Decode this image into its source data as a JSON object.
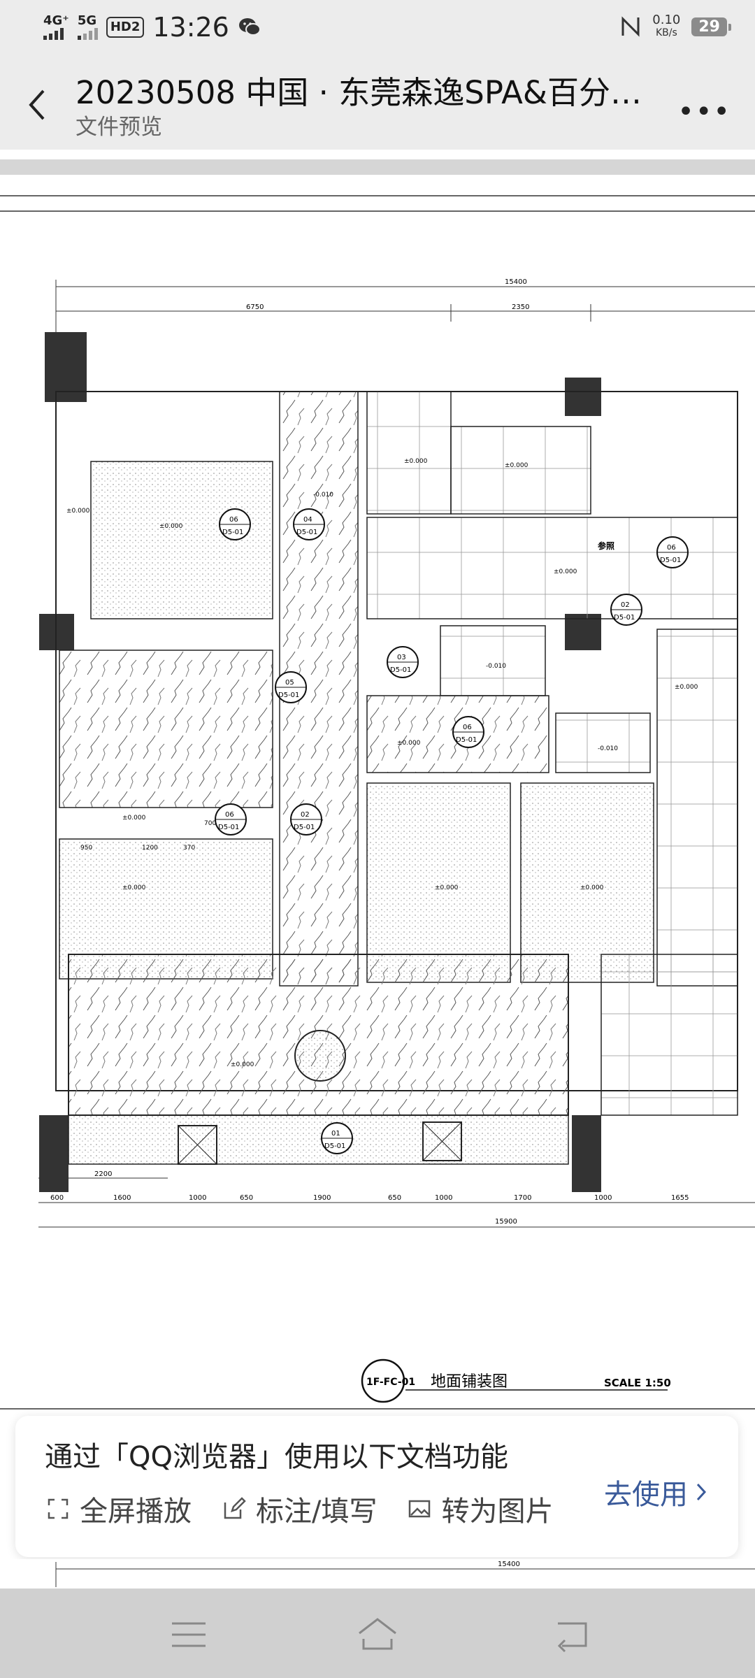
{
  "status_bar": {
    "network1": "4G⁺",
    "network2": "5G",
    "hd_badge": "HD2",
    "time": "13:26",
    "net_speed_value": "0.10",
    "net_speed_unit": "KB/s",
    "battery": "29"
  },
  "header": {
    "title": "20230508 中国 · 东莞森逸SPA&百分…",
    "subtitle": "文件预览"
  },
  "drawing": {
    "top_dimensions": [
      "15400",
      "6750",
      "2350"
    ],
    "bottom_dimensions": [
      "600",
      "1600",
      "1000",
      "650",
      "1900",
      "650",
      "1000",
      "1700",
      "1000",
      "1655"
    ],
    "dim_2200": "2200",
    "total_bottom": "15900",
    "elevation": "±0.000",
    "elev_minus": "-0.010",
    "detail_dims": [
      "950",
      "1200",
      "370",
      "700"
    ],
    "callout_code": "D5-01",
    "callout_numbers": [
      "06",
      "04",
      "05",
      "03",
      "02",
      "06",
      "06",
      "02",
      "01"
    ],
    "reference_label": "参照",
    "sheet_id": "1F-FC-01",
    "sheet_title": "地面铺装图",
    "scale": "SCALE 1:50",
    "bottom_top_dim": "15400"
  },
  "promo": {
    "text": "通过「QQ浏览器」使用以下文档功能",
    "action_fullscreen": "全屏播放",
    "action_annotate": "标注/填写",
    "action_image": "转为图片",
    "go_label": "去使用"
  },
  "nav": {
    "menu": "menu-icon",
    "home": "home-icon",
    "back": "back-icon"
  }
}
